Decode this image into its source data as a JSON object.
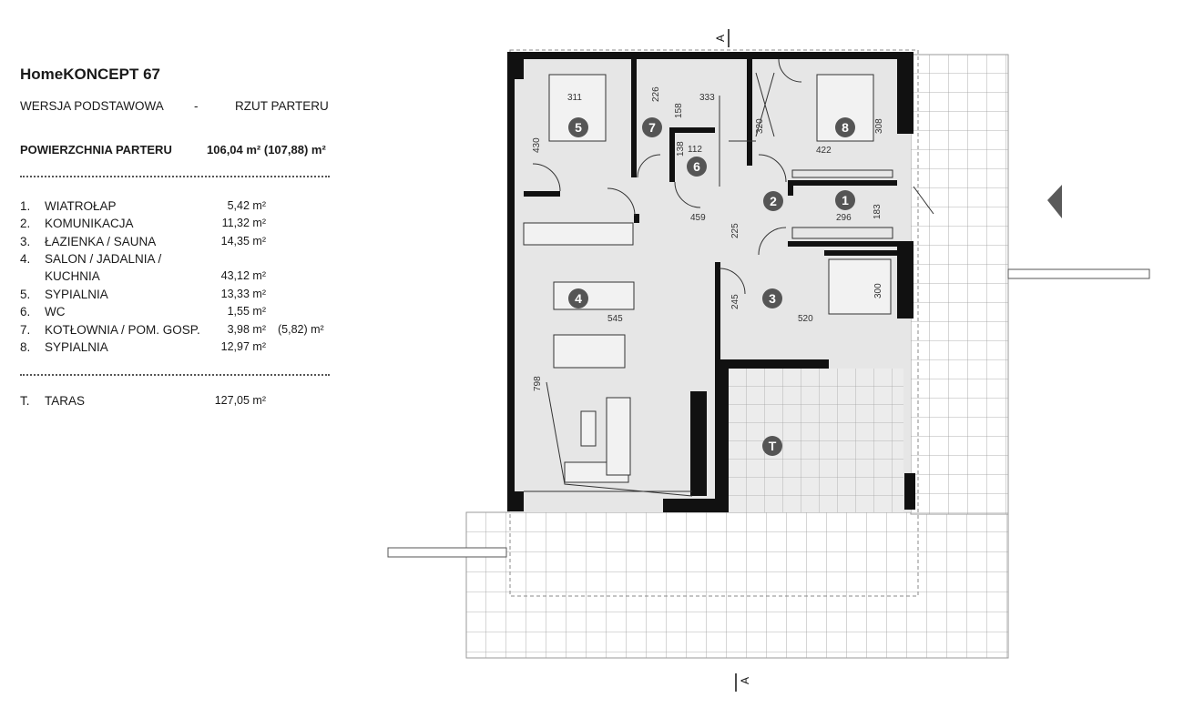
{
  "title": "HomeKONCEPT 67",
  "version": {
    "left": "WERSJA  PODSTAWOWA",
    "sep": "-",
    "right": "RZUT PARTERU"
  },
  "area": {
    "label": "POWIERZCHNIA PARTERU",
    "value": "106,04 m² (107,88) m²"
  },
  "rooms": [
    {
      "num": "1.",
      "name": "WIATROŁAP",
      "area": "5,42 m²",
      "extra": ""
    },
    {
      "num": "2.",
      "name": "KOMUNIKACJA",
      "area": "11,32 m²",
      "extra": ""
    },
    {
      "num": "3.",
      "name": "ŁAZIENKA / SAUNA",
      "area": "14,35 m²",
      "extra": ""
    },
    {
      "num": "4.",
      "name": "SALON / JADALNIA /",
      "name2": "KUCHNIA",
      "area": "43,12 m²",
      "extra": ""
    },
    {
      "num": "5.",
      "name": "SYPIALNIA",
      "area": "13,33 m²",
      "extra": ""
    },
    {
      "num": "6.",
      "name": "WC",
      "area": "1,55 m²",
      "extra": ""
    },
    {
      "num": "7.",
      "name": "KOTŁOWNIA / POM. GOSP.",
      "area": "3,98 m²",
      "extra": "(5,82) m²"
    },
    {
      "num": "8.",
      "name": "SYPIALNIA",
      "area": "12,97 m²",
      "extra": ""
    }
  ],
  "terrace": {
    "num": "T.",
    "name": "TARAS",
    "area": "127,05 m²"
  },
  "plan": {
    "room_markers": [
      "1",
      "2",
      "3",
      "4",
      "5",
      "6",
      "7",
      "8",
      "T"
    ],
    "dimensions": [
      "311",
      "226",
      "333",
      "158",
      "320",
      "422",
      "308",
      "430",
      "138",
      "112",
      "459",
      "296",
      "183",
      "225",
      "245",
      "520",
      "300",
      "545",
      "798"
    ],
    "section_mark": "A",
    "colors": {
      "wall": "#111111",
      "floor": "#e6e6e6",
      "grid": "#9a9a9a",
      "marker": "#555555"
    }
  }
}
